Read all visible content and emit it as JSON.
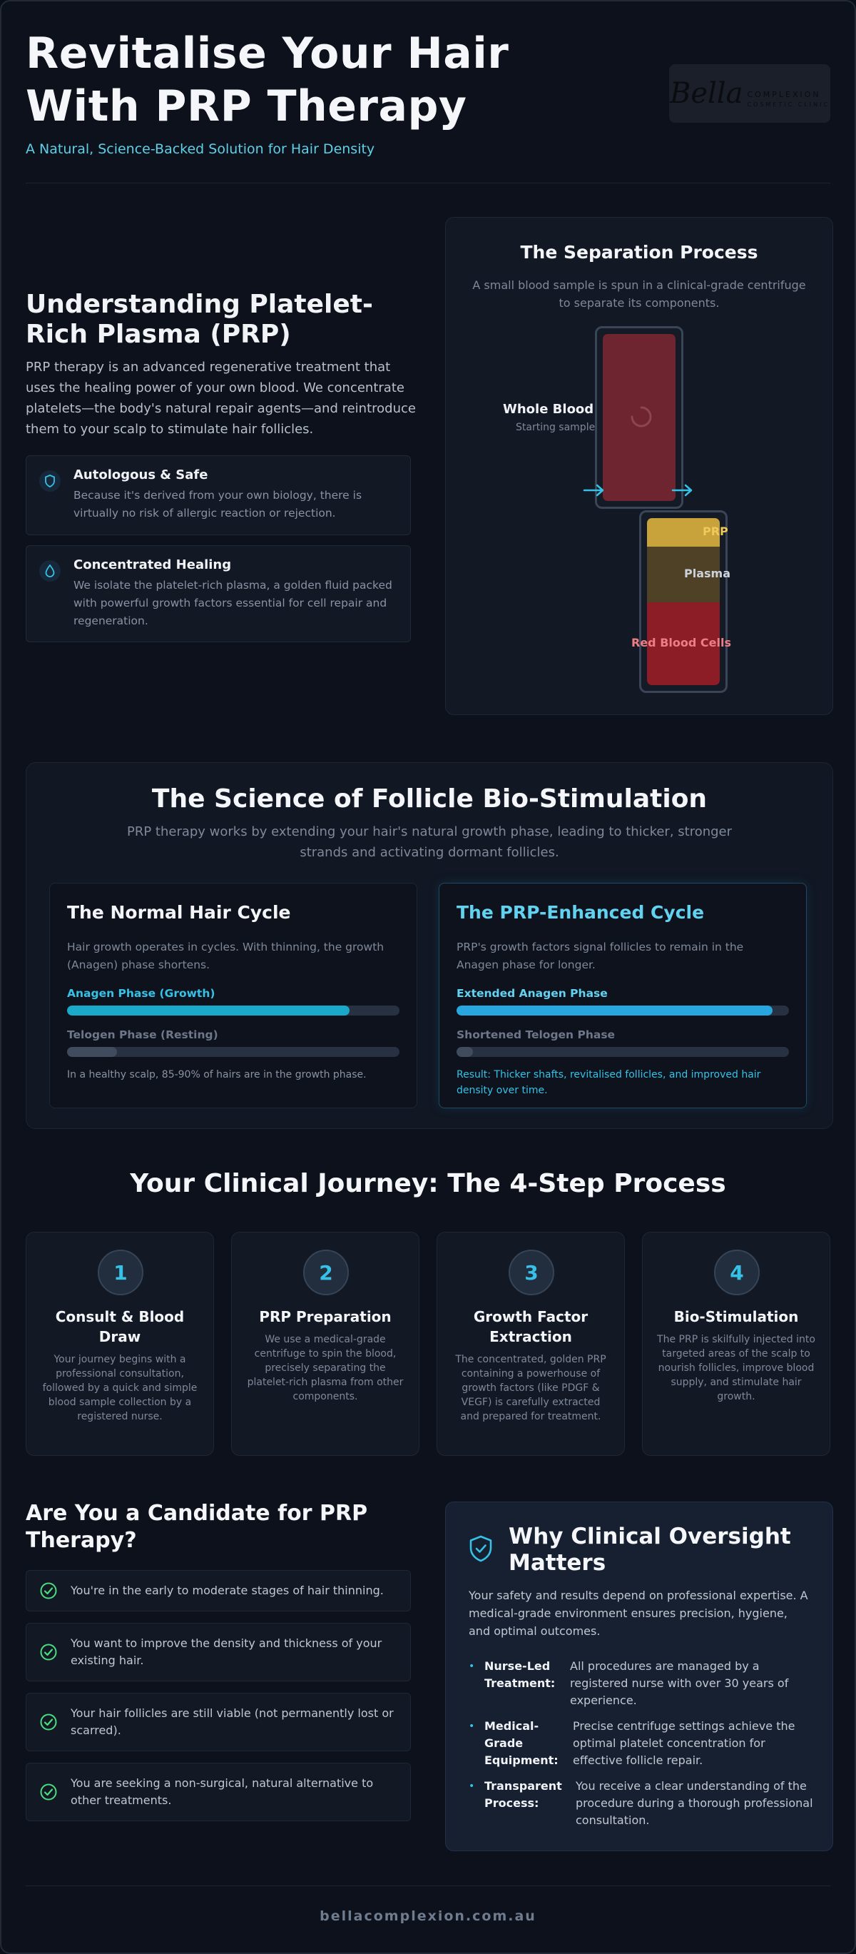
{
  "header": {
    "title_line1": "Revitalise Your Hair",
    "title_line2": "With PRP Therapy",
    "subtitle": "A Natural, Science-Backed Solution for Hair Density",
    "logo": {
      "script": "Bella",
      "word1": "COMPLEXION",
      "word2": "COSMETIC CLINIC"
    }
  },
  "understanding": {
    "heading": "Understanding Platelet-Rich Plasma (PRP)",
    "paragraph": "PRP therapy is an advanced regenerative treatment that uses the healing power of your own blood. We concentrate platelets—the body's natural repair agents—and reintroduce them to your scalp to stimulate hair follicles.",
    "features": [
      {
        "title": "Autologous & Safe",
        "desc": "Because it's derived from your own biology, there is virtually no risk of allergic reaction or rejection.",
        "icon": "shield-icon"
      },
      {
        "title": "Concentrated Healing",
        "desc": "We isolate the platelet-rich plasma, a golden fluid packed with powerful growth factors essential for cell repair and regeneration.",
        "icon": "drop-icon"
      }
    ]
  },
  "separation": {
    "title": "The Separation Process",
    "desc": "A small blood sample is spun in a clinical-grade centrifuge to separate its components.",
    "whole_blood": "Whole Blood",
    "starting_sample": "Starting sample",
    "layer_prp": "PRP",
    "layer_plasma": "Plasma",
    "layer_rbc": "Red Blood Cells"
  },
  "science": {
    "heading": "The Science of Follicle Bio-Stimulation",
    "paragraph": "PRP therapy works by extending your hair's natural growth phase, leading to thicker, stronger strands and activating dormant follicles.",
    "normal": {
      "title": "The Normal Hair Cycle",
      "desc": "Hair growth operates in cycles. With thinning, the growth (Anagen) phase shortens.",
      "phase1_label": "Anagen Phase (Growth)",
      "phase1_level": 0.85,
      "phase2_label": "Telogen Phase (Resting)",
      "phase2_level": 0.15,
      "note": "In a healthy scalp, 85-90% of hairs are in the growth phase."
    },
    "enhanced": {
      "title": "The PRP-Enhanced Cycle",
      "desc": "PRP's growth factors signal follicles to remain in the Anagen phase for longer.",
      "phase1_label": "Extended Anagen Phase",
      "phase1_level": 0.95,
      "phase2_label": "Shortened Telogen Phase",
      "phase2_level": 0.05,
      "note": "Result: Thicker shafts, revitalised follicles, and improved hair density over time."
    }
  },
  "journey": {
    "heading": "Your Clinical Journey: The 4-Step Process",
    "steps": [
      {
        "num": "1",
        "title": "Consult & Blood Draw",
        "desc": "Your journey begins with a professional consultation, followed by a quick and simple blood sample collection by a registered nurse."
      },
      {
        "num": "2",
        "title": "PRP Preparation",
        "desc": "We use a medical-grade centrifuge to spin the blood, precisely separating the platelet-rich plasma from other components."
      },
      {
        "num": "3",
        "title": "Growth Factor Extraction",
        "desc": "The concentrated, golden PRP containing a powerhouse of growth factors (like PDGF & VEGF) is carefully extracted and prepared for treatment."
      },
      {
        "num": "4",
        "title": "Bio-Stimulation",
        "desc": "The PRP is skilfully injected into targeted areas of the scalp to nourish follicles, improve blood supply, and stimulate hair growth."
      }
    ]
  },
  "candidate": {
    "heading": "Are You a Candidate for PRP Therapy?",
    "items": [
      "You're in the early to moderate stages of hair thinning.",
      "You want to improve the density and thickness of your existing hair.",
      "Your hair follicles are still viable (not permanently lost or scarred).",
      "You are seeking a non-surgical, natural alternative to other treatments."
    ]
  },
  "why": {
    "title": "Why Clinical Oversight Matters",
    "desc": "Your safety and results depend on professional expertise. A medical-grade environment ensures precision, hygiene, and optimal outcomes.",
    "items": [
      {
        "key": "Nurse-Led Treatment:",
        "val": "All procedures are managed by a registered nurse with over 30 years of experience."
      },
      {
        "key": "Medical-Grade Equipment:",
        "val": "Precise centrifuge settings achieve the optimal platelet concentration for effective follicle repair."
      },
      {
        "key": "Transparent Process:",
        "val": "You receive a clear understanding of the procedure during a thorough professional consultation."
      }
    ]
  },
  "footer": {
    "site": "bellacomplexion.com.au"
  },
  "colors": {
    "accent": "#36c2e6",
    "gold": "#c8a23b",
    "red": "#8c1c25",
    "check": "#4ade80"
  }
}
